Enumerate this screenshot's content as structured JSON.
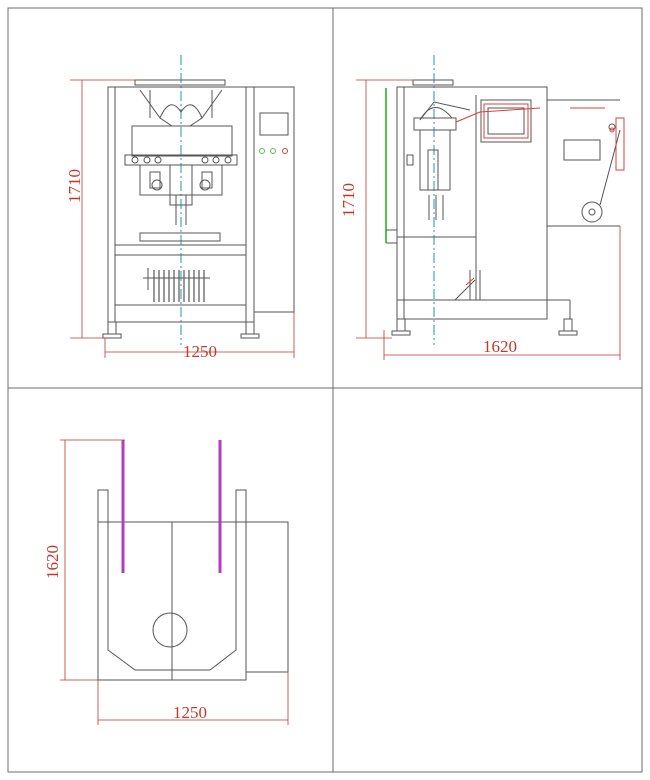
{
  "views": {
    "front": {
      "height_dim": "1710",
      "width_dim": "1250"
    },
    "side": {
      "height_dim": "1710",
      "width_dim": "1620"
    },
    "top": {
      "depth_dim": "1620",
      "width_dim": "1250"
    }
  },
  "colors": {
    "frame": "#6e6e6e",
    "machine": "#555555",
    "dimension": "#c0392b",
    "centerline": "#1a9aa8",
    "accent_red": "#e23b3b",
    "accent_green": "#55c24a",
    "accent_magenta": "#b43cc4"
  }
}
